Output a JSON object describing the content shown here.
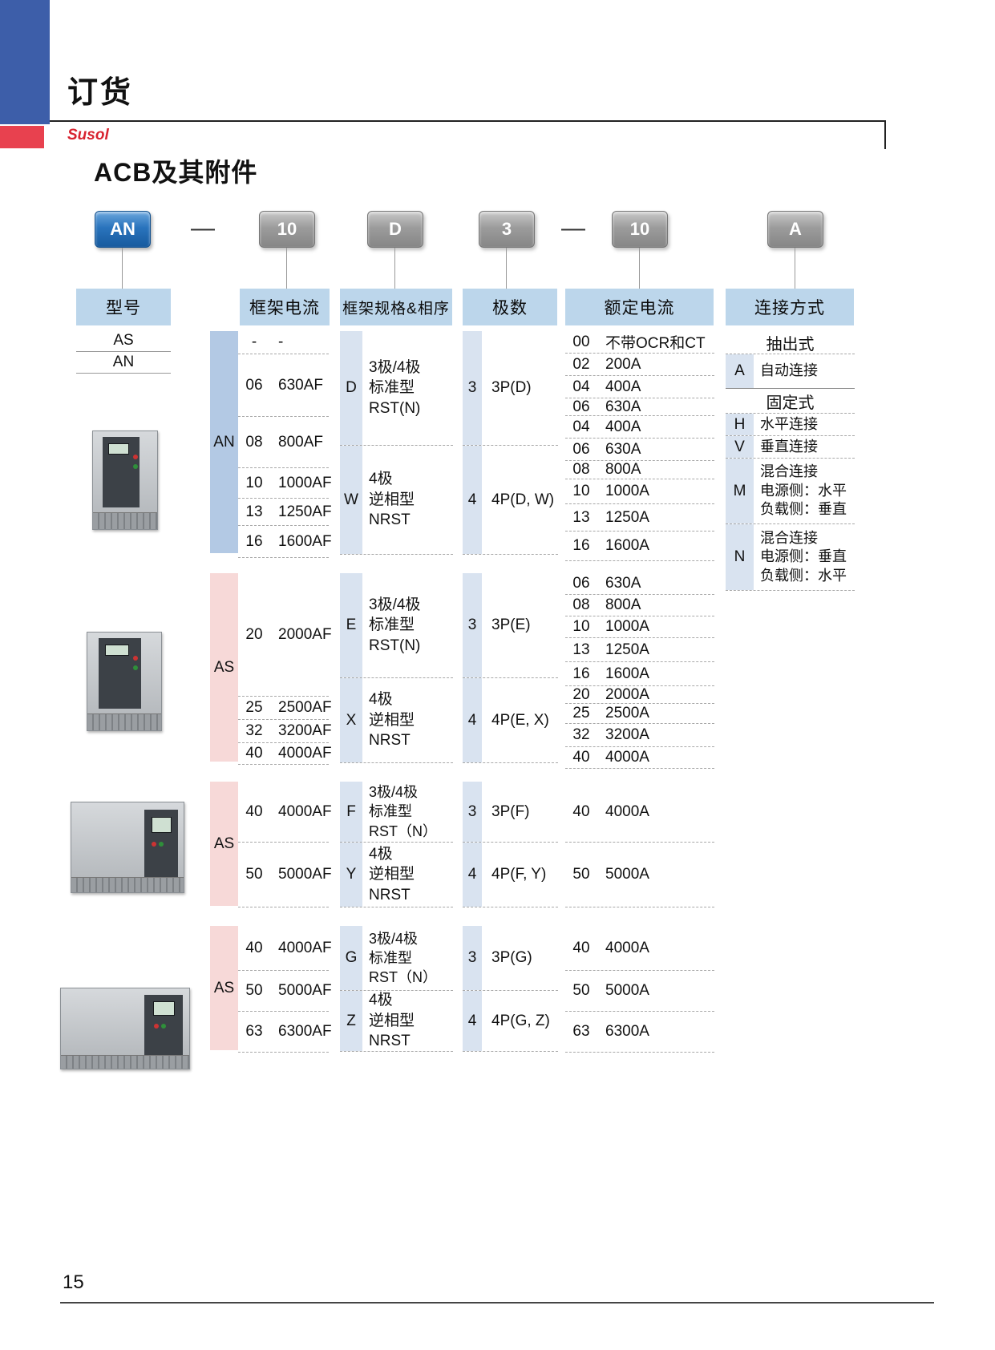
{
  "page": {
    "title": "订货",
    "brand": "Susol",
    "subtitle": "ACB及其附件",
    "page_number": "15"
  },
  "code_row": {
    "dash": "—",
    "boxes": [
      {
        "label": "AN"
      },
      {
        "label": "10"
      },
      {
        "label": "D"
      },
      {
        "label": "3"
      },
      {
        "label": "10"
      },
      {
        "label": "A"
      }
    ]
  },
  "columns": {
    "model": "型号",
    "frame_current": "框架电流",
    "frame_spec": "框架规格&相序",
    "poles": "极数",
    "rated_current": "额定电流",
    "connection": "连接方式"
  },
  "model_list": [
    "AS",
    "AN"
  ],
  "groups": [
    {
      "label": "AN",
      "frame_rows": [
        {
          "code": "-",
          "value": "-"
        },
        {
          "code": "06",
          "value": "630AF"
        },
        {
          "code": "08",
          "value": "800AF"
        },
        {
          "code": "10",
          "value": "1000AF"
        },
        {
          "code": "13",
          "value": "1250AF"
        },
        {
          "code": "16",
          "value": "1600AF"
        }
      ],
      "spec_blocks": [
        {
          "letter": "D",
          "lines": [
            "3极/4极",
            "标准型",
            "RST(N)"
          ]
        },
        {
          "letter": "W",
          "lines": [
            "4极",
            "逆相型",
            "NRST"
          ]
        }
      ],
      "pole_blocks": [
        {
          "code": "3",
          "value": "3P(D)"
        },
        {
          "code": "4",
          "value": "4P(D, W)"
        }
      ],
      "rated_rows": [
        {
          "code": "00",
          "value": "不带OCR和CT"
        },
        {
          "code": "02",
          "value": "200A"
        },
        {
          "code": "04",
          "value": "400A"
        },
        {
          "code": "06",
          "value": "630A"
        },
        {
          "code": "04",
          "value": "400A"
        },
        {
          "code": "06",
          "value": "630A"
        },
        {
          "code": "08",
          "value": "800A"
        },
        {
          "code": "10",
          "value": "1000A"
        },
        {
          "code": "13",
          "value": "1250A"
        },
        {
          "code": "16",
          "value": "1600A"
        }
      ]
    },
    {
      "label": "AS",
      "frame_rows": [
        {
          "code": "20",
          "value": "2000AF"
        },
        {
          "code": "25",
          "value": "2500AF"
        },
        {
          "code": "32",
          "value": "3200AF"
        },
        {
          "code": "40",
          "value": "4000AF"
        }
      ],
      "spec_blocks": [
        {
          "letter": "E",
          "lines": [
            "3极/4极",
            "标准型",
            "RST(N)"
          ]
        },
        {
          "letter": "X",
          "lines": [
            "4极",
            "逆相型",
            "NRST"
          ]
        }
      ],
      "pole_blocks": [
        {
          "code": "3",
          "value": "3P(E)"
        },
        {
          "code": "4",
          "value": "4P(E, X)"
        }
      ],
      "rated_rows": [
        {
          "code": "06",
          "value": "630A"
        },
        {
          "code": "08",
          "value": "800A"
        },
        {
          "code": "10",
          "value": "1000A"
        },
        {
          "code": "13",
          "value": "1250A"
        },
        {
          "code": "16",
          "value": "1600A"
        },
        {
          "code": "20",
          "value": "2000A"
        },
        {
          "code": "25",
          "value": "2500A"
        },
        {
          "code": "32",
          "value": "3200A"
        },
        {
          "code": "40",
          "value": "4000A"
        }
      ]
    },
    {
      "label": "AS",
      "frame_rows": [
        {
          "code": "40",
          "value": "4000AF"
        },
        {
          "code": "50",
          "value": "5000AF"
        }
      ],
      "spec_blocks": [
        {
          "letter": "F",
          "lines": [
            "3极/4极",
            "标准型",
            "RST（N）"
          ]
        },
        {
          "letter": "Y",
          "lines": [
            "4极",
            "逆相型",
            "NRST"
          ]
        }
      ],
      "pole_blocks": [
        {
          "code": "3",
          "value": "3P(F)"
        },
        {
          "code": "4",
          "value": "4P(F, Y)"
        }
      ],
      "rated_rows": [
        {
          "code": "40",
          "value": "4000A"
        },
        {
          "code": "50",
          "value": "5000A"
        }
      ]
    },
    {
      "label": "AS",
      "frame_rows": [
        {
          "code": "40",
          "value": "4000AF"
        },
        {
          "code": "50",
          "value": "5000AF"
        },
        {
          "code": "63",
          "value": "6300AF"
        }
      ],
      "spec_blocks": [
        {
          "letter": "G",
          "lines": [
            "3极/4极",
            "标准型",
            "RST（N）"
          ]
        },
        {
          "letter": "Z",
          "lines": [
            "4极",
            "逆相型",
            "NRST"
          ]
        }
      ],
      "pole_blocks": [
        {
          "code": "3",
          "value": "3P(G)"
        },
        {
          "code": "4",
          "value": "4P(G, Z)"
        }
      ],
      "rated_rows": [
        {
          "code": "40",
          "value": "4000A"
        },
        {
          "code": "50",
          "value": "5000A"
        },
        {
          "code": "63",
          "value": "6300A"
        }
      ]
    }
  ],
  "connection": {
    "sections": [
      {
        "title": "抽出式",
        "rows": [
          {
            "code": "A",
            "lines": [
              "自动连接"
            ]
          }
        ]
      },
      {
        "title": "固定式",
        "rows": [
          {
            "code": "H",
            "lines": [
              "水平连接"
            ]
          },
          {
            "code": "V",
            "lines": [
              "垂直连接"
            ]
          },
          {
            "code": "M",
            "lines": [
              "混合连接",
              "电源侧：水平",
              "负载侧：垂直"
            ]
          },
          {
            "code": "N",
            "lines": [
              "混合连接",
              "电源侧：垂直",
              "负载侧：水平"
            ]
          }
        ]
      }
    ]
  }
}
